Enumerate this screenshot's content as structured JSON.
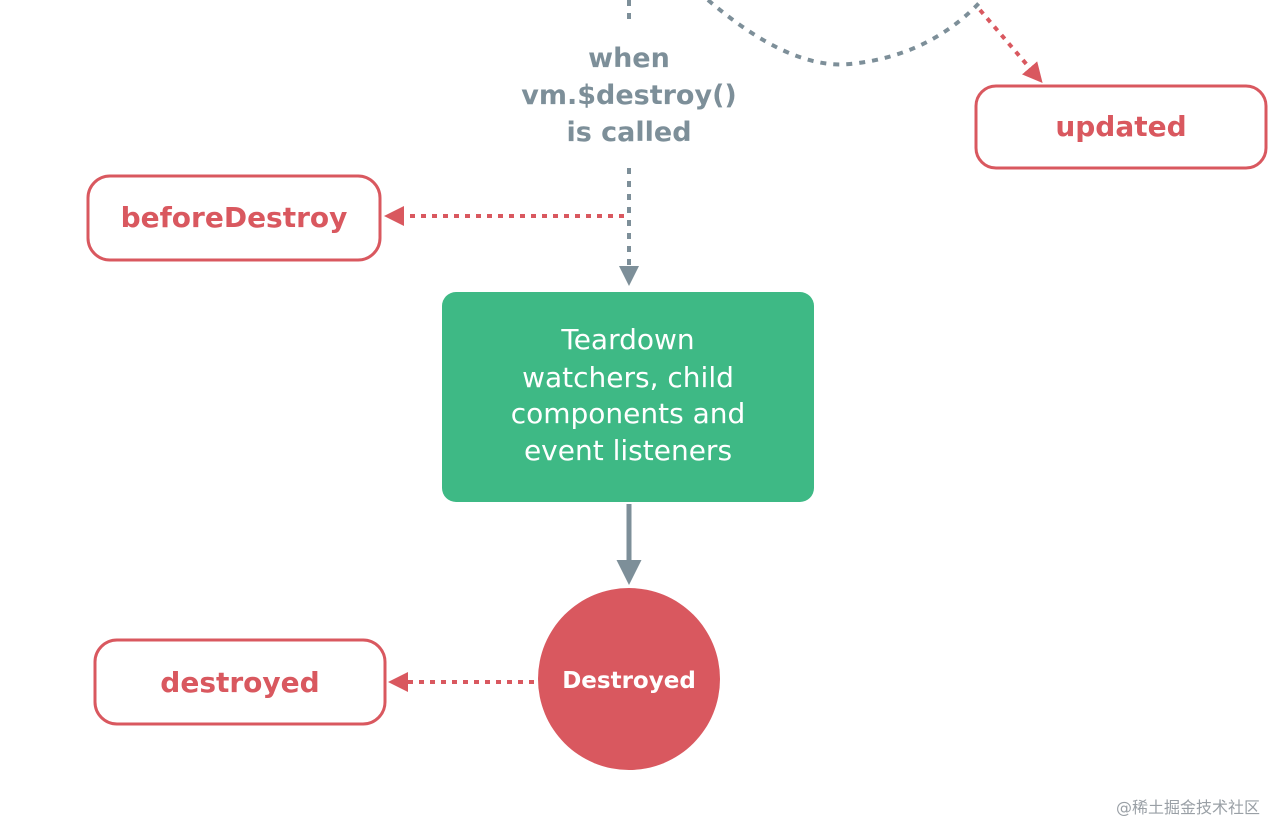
{
  "condition": {
    "lines": [
      "when",
      "vm.$destroy()",
      "is called"
    ]
  },
  "hooks": {
    "updated": "updated",
    "before_destroy": "beforeDestroy",
    "destroyed": "destroyed"
  },
  "process": {
    "lines": [
      "Teardown",
      "watchers, child",
      "components and",
      "event listeners"
    ]
  },
  "state": {
    "destroyed": "Destroyed"
  },
  "watermark": "@稀土掘金技术社区",
  "colors": {
    "hook_red": "#d9585f",
    "flow_gray": "#7d8f99",
    "process_green": "#3eb985",
    "state_red": "#d9585f"
  }
}
